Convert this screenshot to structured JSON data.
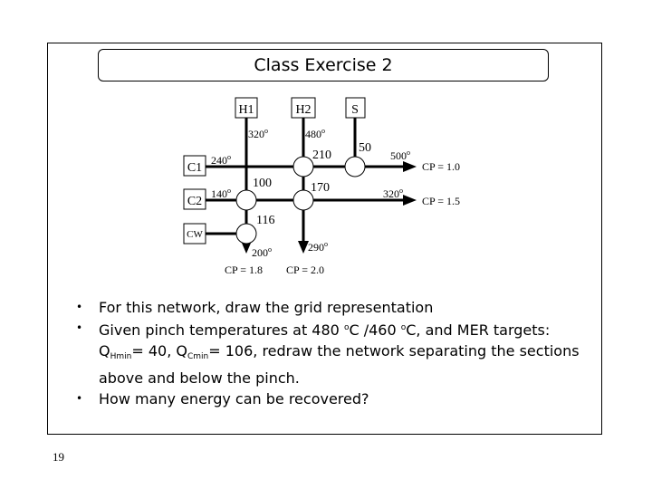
{
  "title": "Class Exercise 2",
  "slide_number": "19",
  "diagram": {
    "streams": {
      "H1": "H1",
      "H2": "H2",
      "S": "S",
      "C1": "C1",
      "C2": "C2",
      "CW": "CW"
    },
    "temperatures": {
      "h1_in": "320",
      "h2_in": "480",
      "s_in": "500",
      "c1_in": "240",
      "c2_in": "140",
      "c2_out": "320",
      "h1_out": "200",
      "h2_out": "290"
    },
    "degree": "o",
    "duties": {
      "d210": "210",
      "d50": "50",
      "d100": "100",
      "d170": "170",
      "d116": "116"
    },
    "cp": {
      "c1": "CP = 1.0",
      "c2": "CP = 1.5",
      "h1": "CP = 1.8",
      "h2": "CP = 2.0"
    }
  },
  "bullets": {
    "b1": "For this network, draw the grid representation",
    "b2_a": "Given pinch temperatures at 480 ",
    "b2_deg": "o",
    "b2_b": "C /460 ",
    "b2_c": "C, and MER targets:",
    "b2_q": "Q",
    "b2_hmin": "Hmin",
    "b2_d": "= 40, Q",
    "b2_cmin": "Cmin",
    "b2_e": "= 106, redraw the network separating the sections above and below the pinch.",
    "b3": "How many energy can be recovered?"
  }
}
